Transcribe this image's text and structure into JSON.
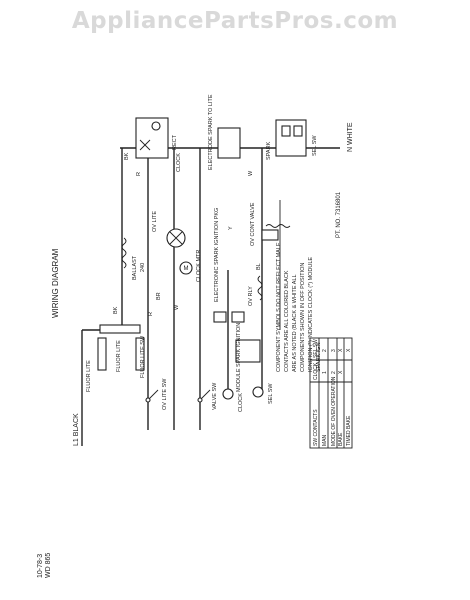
{
  "watermark": "AppliancePartsPros.com",
  "diagram": {
    "title": "WIRING DIAGRAM",
    "line_label": "L1 BLACK",
    "neutral_label": "N WHITE",
    "ballast_label": "BALLAST",
    "ballast_voltage": "240",
    "fluor_lite": "FLUOR LITE",
    "fluor_lite_sw": "FLUOR LITE SW",
    "fluor_lite_left": "FLUOR LITE",
    "oven_lite_sw": "OV LITE SW",
    "valve_sw": "VALVE SW",
    "oven_lite": "OV LITE",
    "clock_mtr": "CLOCK MTR",
    "electronic_spark": "ELECTRONIC SPARK IGNITION PKG",
    "module_spark": "MODULE SPARK IGNITION",
    "clock_sw": "CLOCK",
    "sel_sw": "SEL SW",
    "oven_cont_valve": "OV CONT VALVE",
    "oven_rly": "OV RLY",
    "electrode": "ELECTRODE SPARK TO LITE",
    "top_clock": "CLOCK",
    "rect": "RECT",
    "spark": "SPARK",
    "sel_sw_right": "SEL SW",
    "pt_no": "PT. NO. 7316801",
    "wire_codes": [
      "BK",
      "R",
      "W",
      "BR",
      "BK",
      "R",
      "W",
      "Y",
      "BL"
    ],
    "note_lines": [
      "COMPONENT SYMBOLS DO NOT REFLECT MALE",
      "CONTACTS ARE ALL COLORED BLACK",
      "ARE AS NOTED (BLACK & WHITE ALL",
      "COMPONENTS SHOWN IN OFF POSITION",
      "IGNITION  (*) INDICATES CLOCK (*) MODULE",
      "SPARK IGN"
    ],
    "table": {
      "header": [
        "SW CONTACTS",
        "CLOCK",
        "SEL SW"
      ],
      "rows": [
        [
          "MAN",
          "1",
          "2"
        ],
        [
          "MODE OF OVEN OPERATION",
          "2",
          "3"
        ],
        [
          "BAKE",
          "X",
          "X"
        ],
        [
          "TIMED BAKE",
          "",
          "X"
        ]
      ]
    },
    "code": [
      "10-78-3",
      "WD 865"
    ]
  }
}
